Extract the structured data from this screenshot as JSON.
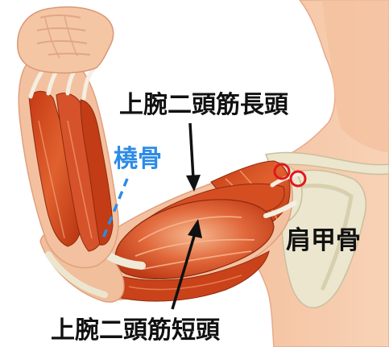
{
  "labels": {
    "biceps_long_head": "上腕二頭筋長頭",
    "biceps_short_head": "上腕二頭筋短頭",
    "radius": "橈骨",
    "scapula": "肩甲骨"
  },
  "colors": {
    "skin": "#f6c8a8",
    "skin_shade": "#eab08c",
    "muscle": "#d24a1f",
    "muscle_light": "#ec8a5a",
    "bone": "#ece6cf",
    "tendon": "#f3efe2",
    "pointer_blue": "#2d8be6",
    "marker_red": "#e11919",
    "arrow": "#111111"
  }
}
